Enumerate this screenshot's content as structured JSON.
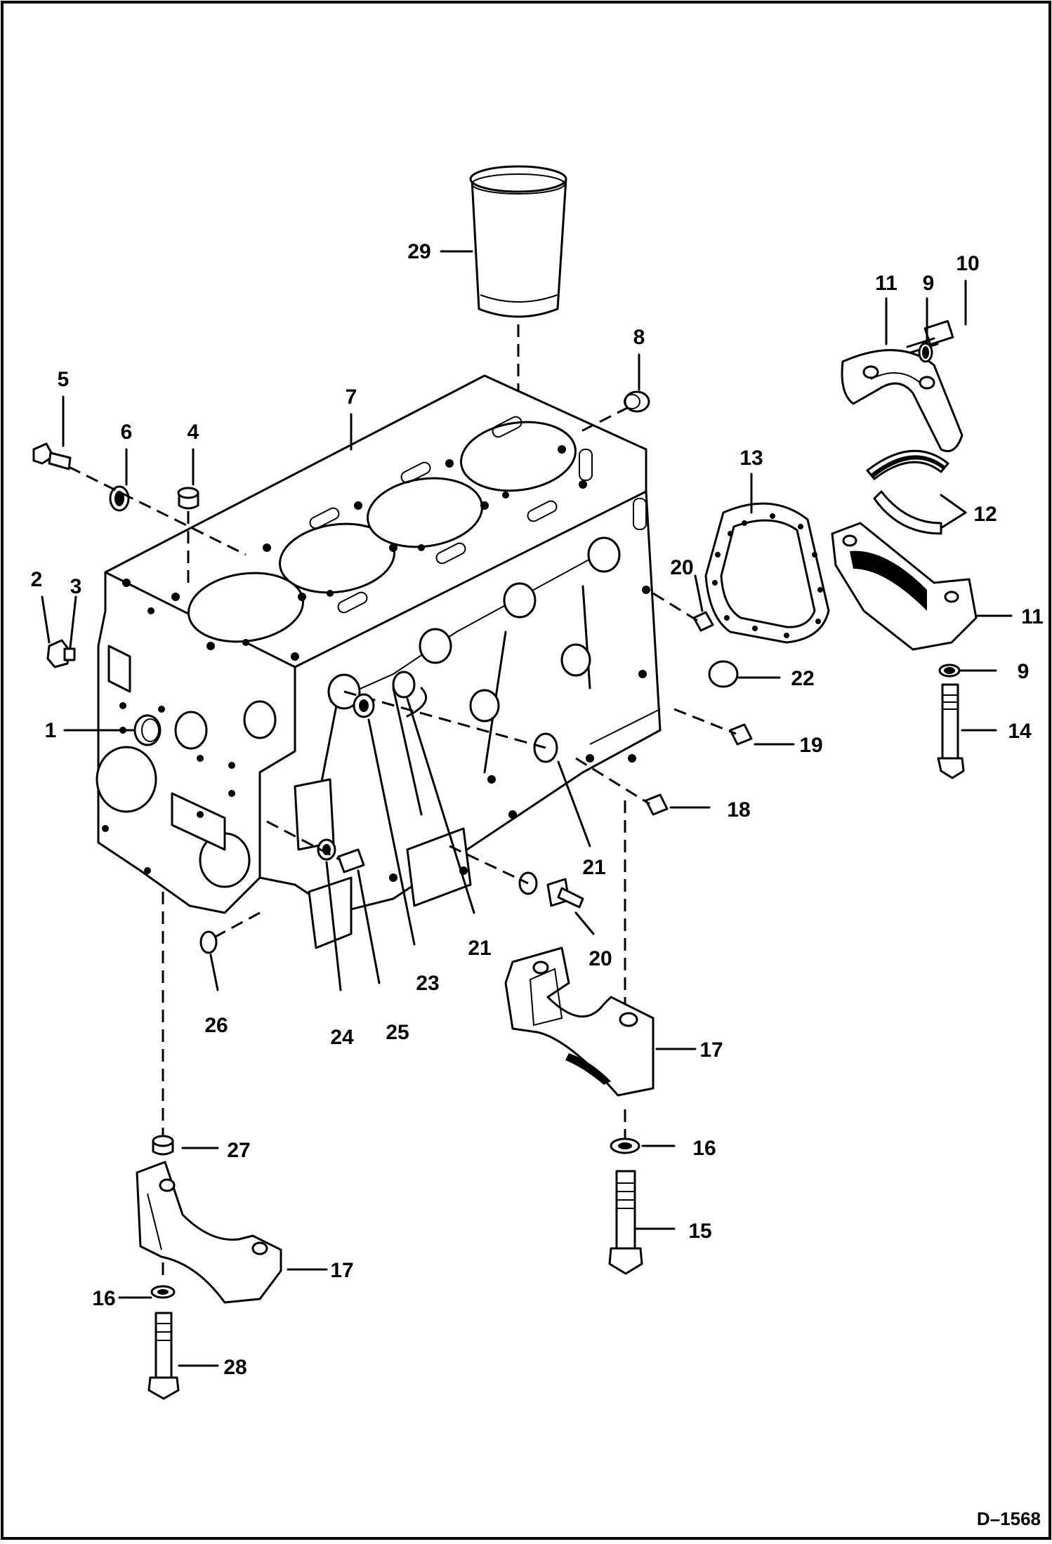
{
  "drawing_id": "D–1568",
  "callouts": [
    {
      "id": "c1",
      "text": "1"
    },
    {
      "id": "c2",
      "text": "2"
    },
    {
      "id": "c3",
      "text": "3"
    },
    {
      "id": "c4",
      "text": "4"
    },
    {
      "id": "c5",
      "text": "5"
    },
    {
      "id": "c6",
      "text": "6"
    },
    {
      "id": "c7",
      "text": "7"
    },
    {
      "id": "c8",
      "text": "8"
    },
    {
      "id": "c9a",
      "text": "9"
    },
    {
      "id": "c9b",
      "text": "9"
    },
    {
      "id": "c10",
      "text": "10"
    },
    {
      "id": "c11a",
      "text": "11"
    },
    {
      "id": "c11b",
      "text": "11"
    },
    {
      "id": "c12",
      "text": "12"
    },
    {
      "id": "c13",
      "text": "13"
    },
    {
      "id": "c14",
      "text": "14"
    },
    {
      "id": "c15",
      "text": "15"
    },
    {
      "id": "c16a",
      "text": "16"
    },
    {
      "id": "c16b",
      "text": "16"
    },
    {
      "id": "c17a",
      "text": "17"
    },
    {
      "id": "c17b",
      "text": "17"
    },
    {
      "id": "c18",
      "text": "18"
    },
    {
      "id": "c19",
      "text": "19"
    },
    {
      "id": "c20a",
      "text": "20"
    },
    {
      "id": "c20b",
      "text": "20"
    },
    {
      "id": "c21a",
      "text": "21"
    },
    {
      "id": "c21b",
      "text": "21"
    },
    {
      "id": "c22",
      "text": "22"
    },
    {
      "id": "c23",
      "text": "23"
    },
    {
      "id": "c24",
      "text": "24"
    },
    {
      "id": "c25",
      "text": "25"
    },
    {
      "id": "c26",
      "text": "26"
    },
    {
      "id": "c27",
      "text": "27"
    },
    {
      "id": "c28",
      "text": "28"
    },
    {
      "id": "c29",
      "text": "29"
    }
  ]
}
